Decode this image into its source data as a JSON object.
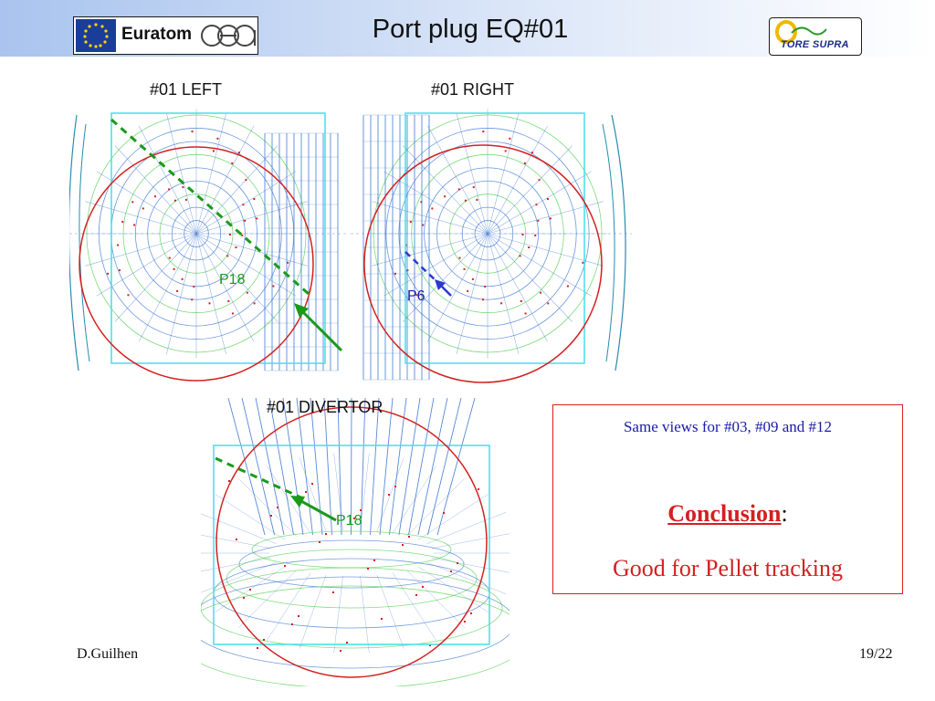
{
  "slide": {
    "title": "Port plug EQ#01",
    "euratom_logo_text": "Euratom",
    "cea_logo_text": "cea",
    "tore_logo_text": "TORE SUPRA",
    "footer_author": "D.Guilhen",
    "footer_page": "19/22"
  },
  "colors": {
    "header_blue": "#a9c4ee",
    "cyan_frame": "#41e0e8",
    "red_circle": "#d42020",
    "grid_blue": "#3a74d0",
    "grid_green": "#4ccf4c",
    "pellet_green": "#1a9a1a",
    "pellet_blue": "#2a3ad0",
    "callout_red": "#d42020",
    "callout_blue": "#1a1aa8"
  },
  "panels": {
    "left": {
      "label": "#01  LEFT",
      "callout": "P18"
    },
    "right": {
      "label": "#01  RIGHT",
      "callout": "P6"
    },
    "divertor": {
      "label": "#01  DIVERTOR",
      "callout": "P18"
    }
  },
  "note": {
    "same_views": "Same views for #03, #09 and #12",
    "conclusion_label": "Conclusion",
    "conclusion_colon": ":",
    "conclusion_text": "Good for Pellet tracking"
  }
}
